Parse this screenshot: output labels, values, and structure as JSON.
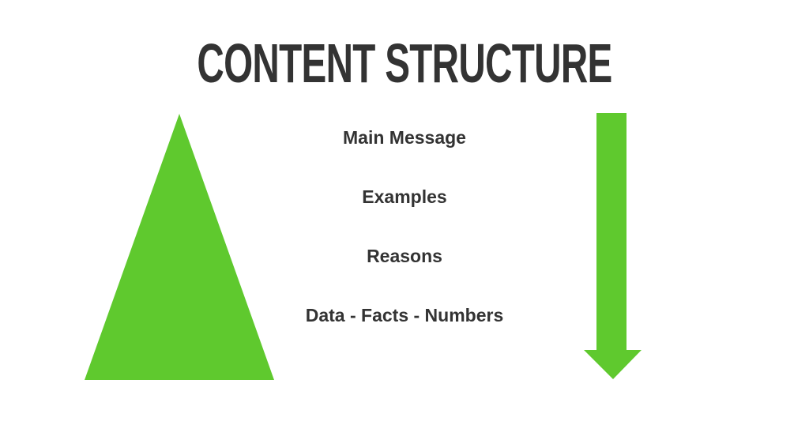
{
  "title": "CONTENT STRUCTURE",
  "colors": {
    "accent_green": "#5FC92E",
    "text_dark": "#333333",
    "background": "#FFFFFF"
  },
  "left_shape": {
    "type": "triangle",
    "icon": "pyramid-triangle-icon"
  },
  "right_shape": {
    "type": "arrow-down",
    "icon": "arrow-down-icon"
  },
  "items": [
    {
      "label": "Main Message"
    },
    {
      "label": "Examples"
    },
    {
      "label": "Reasons"
    },
    {
      "label": "Data - Facts - Numbers"
    }
  ]
}
